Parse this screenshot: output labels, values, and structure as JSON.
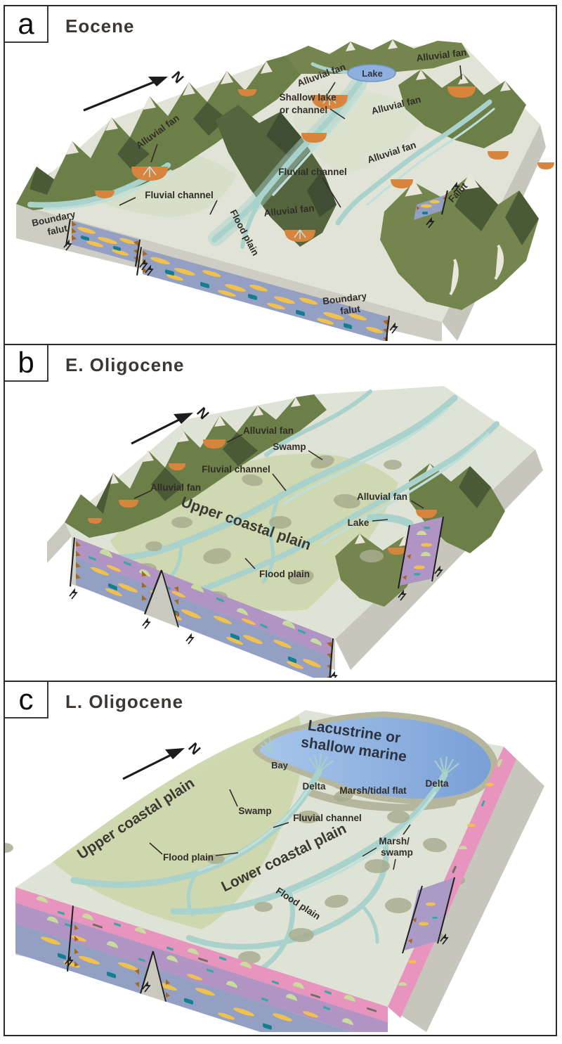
{
  "figure": {
    "type": "geological-block-diagram",
    "panels": [
      {
        "letter": "a",
        "title": "Eocene",
        "north_label": "N",
        "labels": [
          {
            "name": "alluvial-fan-top",
            "text": "Alluvial fan"
          },
          {
            "name": "alluvial-fan-topright",
            "text": "Alluvial fan"
          },
          {
            "name": "lake",
            "text": "Lake"
          },
          {
            "name": "shallow-lake-or-channel",
            "lines": [
              "Shallow lake",
              "or channel"
            ]
          },
          {
            "name": "alluvial-fan-center",
            "text": "Alluvial fan"
          },
          {
            "name": "alluvial-fan-left",
            "text": "Alluvial fan"
          },
          {
            "name": "alluvial-fan-midright",
            "text": "Alluvial fan"
          },
          {
            "name": "fluvial-channel-right",
            "text": "Fluvial channel"
          },
          {
            "name": "fluvial-channel-left",
            "text": "Fluvial channel"
          },
          {
            "name": "alluvial-fan-bottom",
            "text": "Alluvial fan"
          },
          {
            "name": "flood-plain",
            "text": "Flood plain"
          },
          {
            "name": "boundary-fault-left",
            "lines": [
              "Boundary",
              "falut"
            ]
          },
          {
            "name": "boundary-fault-bottom",
            "lines": [
              "Boundary",
              "falut"
            ]
          },
          {
            "name": "fault-right-edge",
            "text": "Falut"
          }
        ]
      },
      {
        "letter": "b",
        "title": "E. Oligocene",
        "north_label": "N",
        "labels": [
          {
            "name": "alluvial-fan-top",
            "text": "Alluvial fan"
          },
          {
            "name": "swamp",
            "text": "Swamp"
          },
          {
            "name": "fluvial-channel",
            "text": "Fluvial channel"
          },
          {
            "name": "alluvial-fan-left",
            "text": "Alluvial fan"
          },
          {
            "name": "upper-coastal-plain",
            "text": "Upper coastal plain"
          },
          {
            "name": "alluvial-fan-right",
            "text": "Alluvial fan"
          },
          {
            "name": "lake",
            "text": "Lake"
          },
          {
            "name": "flood-plain",
            "text": "Flood plain"
          }
        ]
      },
      {
        "letter": "c",
        "title": "L. Oligocene",
        "north_label": "N",
        "labels": [
          {
            "name": "lacustrine-or-shallow-marine",
            "lines": [
              "Lacustrine or",
              "shallow marine"
            ]
          },
          {
            "name": "bay",
            "text": "Bay"
          },
          {
            "name": "delta-left",
            "text": "Delta"
          },
          {
            "name": "marsh-tidal-flat",
            "text": "Marsh/tidal flat"
          },
          {
            "name": "delta-right",
            "text": "Delta"
          },
          {
            "name": "upper-coastal-plain",
            "text": "Upper coastal plain"
          },
          {
            "name": "swamp",
            "text": "Swamp"
          },
          {
            "name": "fluvial-channel",
            "text": "Fluvial channel"
          },
          {
            "name": "flood-plain-left",
            "text": "Flood plain"
          },
          {
            "name": "lower-coastal-plain",
            "text": "Lower coastal plain"
          },
          {
            "name": "marsh-swamp",
            "lines": [
              "Marsh/",
              "swamp"
            ]
          },
          {
            "name": "flood-plain-bottom",
            "text": "Flood plain"
          }
        ]
      }
    ],
    "colors": {
      "plain": "#dfe3d5",
      "coastal_plain_green": "#ccd6ab",
      "mountain_green": "#74854e",
      "mountain_dark": "#49573a",
      "snow": "#e9e6dc",
      "channel_teal": "#a8d2cb",
      "alluvial_fan_orange": "#d8843c",
      "lake_blue": "#8fb0de",
      "marine_blue": "#7a9fd6",
      "strata_blue": "#93a0c3",
      "strata_purple": "#b095c4",
      "strata_pink": "#e795bf",
      "sand_lens_yellow": "#f2c14b",
      "coal_teal": "#117f91",
      "side_gray": "#c9c9bf"
    }
  }
}
